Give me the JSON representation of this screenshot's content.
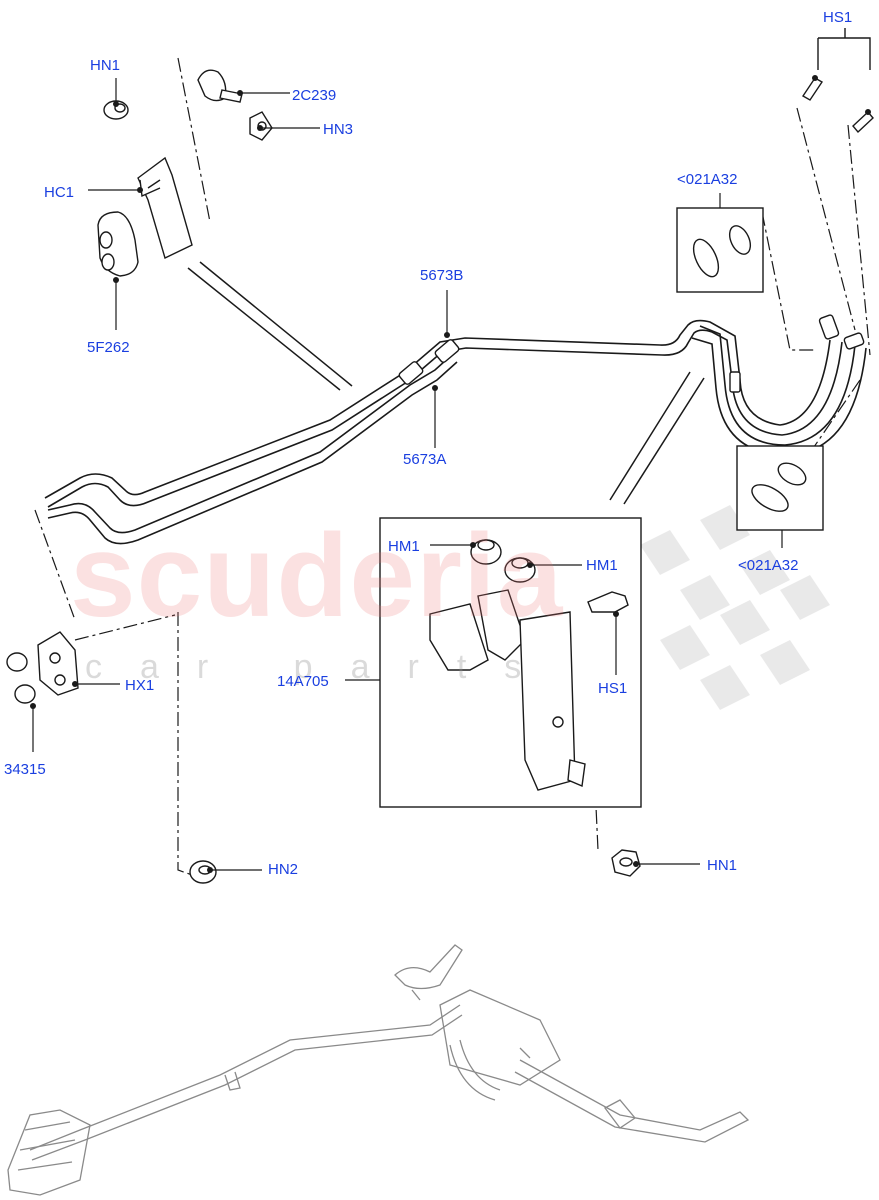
{
  "watermark": {
    "brand": "scuderia",
    "tagline": "car parts"
  },
  "callouts": {
    "hs1_top": "HS1",
    "hn1_top": "HN1",
    "c2c239": "2C239",
    "hn3": "HN3",
    "hc1": "HC1",
    "c5f262": "5F262",
    "c021a32_top": "<021A32",
    "c5673b": "5673B",
    "c5673a": "5673A",
    "c021a32_bottom": "<021A32",
    "hm1_left": "HM1",
    "hm1_right": "HM1",
    "c14a705": "14A705",
    "hs1_mid": "HS1",
    "hx1": "HX1",
    "c34315": "34315",
    "hn2": "HN2",
    "hn1_bottom": "HN1"
  },
  "colors": {
    "callout_text": "#1a3fe0",
    "line_art": "#1a1a1a",
    "watermark": "#eb7878",
    "overview": "#8a8a8a"
  }
}
